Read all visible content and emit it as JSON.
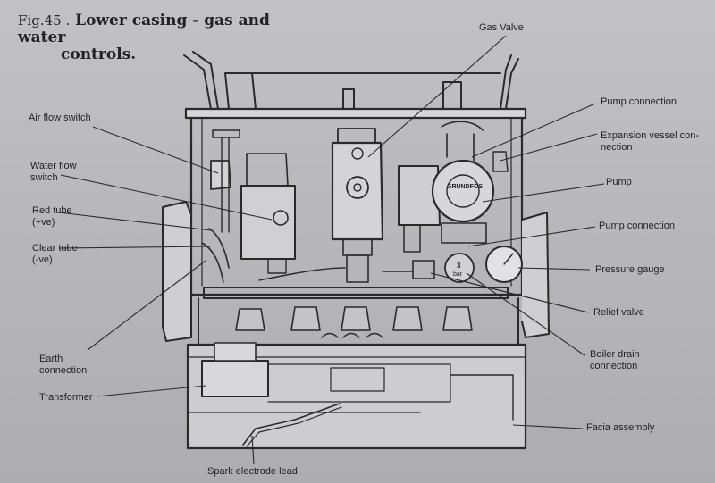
{
  "figure": {
    "number": "Fig.45 .",
    "title_line1": "Lower casing - gas and water",
    "title_line2": "controls."
  },
  "labels": {
    "gas_valve": [
      "Gas Valve"
    ],
    "air_flow_switch": [
      "Air flow switch"
    ],
    "water_flow_switch": [
      "Water flow",
      "switch"
    ],
    "red_tube": [
      "Red tube",
      "(+ve)"
    ],
    "clear_tube": [
      "Clear tube",
      "(-ve)"
    ],
    "earth_connection": [
      "Earth",
      "connection"
    ],
    "transformer": [
      "Transformer"
    ],
    "spark_electrode_lead": [
      "Spark electrode lead"
    ],
    "pump_connection_top": [
      "Pump connection"
    ],
    "expansion_vessel_connection": [
      "Expansion vessel con-",
      "nection"
    ],
    "pump": [
      "Pump"
    ],
    "pump_connection_mid": [
      "Pump connection"
    ],
    "pressure_gauge": [
      "Pressure gauge"
    ],
    "relief_valve": [
      "Relief valve"
    ],
    "boiler_drain_connection": [
      "Boiler drain",
      "connection"
    ],
    "facia_assembly": [
      "Facia assembly"
    ]
  },
  "component_markings": {
    "pump_brand": "GRUNDFOS",
    "gauge_unit": "bar",
    "gauge_value": "3"
  }
}
